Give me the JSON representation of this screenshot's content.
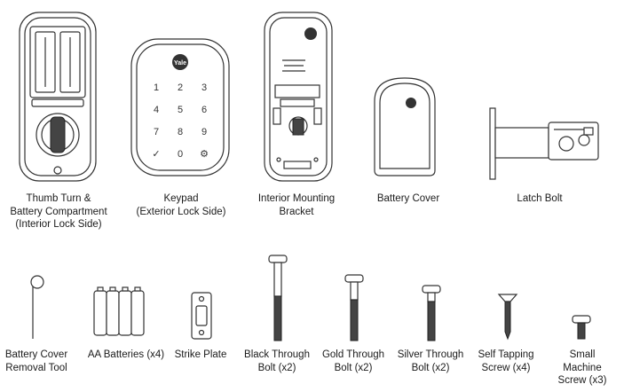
{
  "brand": "Yale",
  "keypad_keys": [
    "1",
    "2",
    "3",
    "4",
    "5",
    "6",
    "7",
    "8",
    "9",
    "✓",
    "0",
    "⚙"
  ],
  "parts_top": [
    {
      "name": "thumb-turn",
      "lines": [
        "Thumb Turn &",
        "Battery Compartment",
        "(Interior Lock Side)"
      ]
    },
    {
      "name": "keypad",
      "lines": [
        "Keypad",
        "(Exterior Lock Side)"
      ]
    },
    {
      "name": "interior-mounting-bracket",
      "lines": [
        "Interior Mounting",
        "Bracket"
      ]
    },
    {
      "name": "battery-cover",
      "lines": [
        "Battery Cover"
      ]
    },
    {
      "name": "latch-bolt",
      "lines": [
        "Latch Bolt"
      ]
    }
  ],
  "parts_bottom": [
    {
      "name": "battery-cover-removal-tool",
      "lines": [
        "Battery Cover",
        "Removal Tool"
      ]
    },
    {
      "name": "aa-batteries",
      "lines": [
        "AA Batteries (x4)"
      ]
    },
    {
      "name": "strike-plate",
      "lines": [
        "Strike Plate"
      ]
    },
    {
      "name": "black-through-bolt",
      "lines": [
        "Black Through",
        "Bolt (x2)"
      ]
    },
    {
      "name": "gold-through-bolt",
      "lines": [
        "Gold Through",
        "Bolt  (x2)"
      ]
    },
    {
      "name": "silver-through-bolt",
      "lines": [
        "Silver Through",
        "Bolt  (x2)"
      ]
    },
    {
      "name": "self-tapping-screw",
      "lines": [
        "Self Tapping",
        "Screw (x4)"
      ]
    },
    {
      "name": "small-machine-screw",
      "lines": [
        "Small",
        "Machine",
        "Screw (x3)"
      ]
    }
  ]
}
